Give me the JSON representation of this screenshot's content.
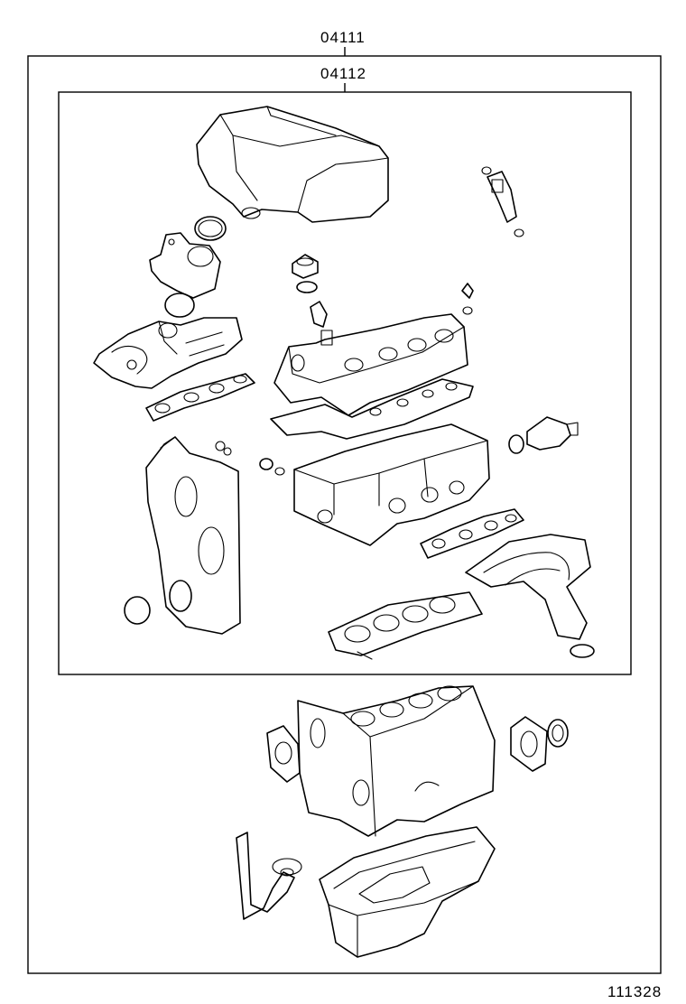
{
  "callouts": {
    "outer_part_number": "04111",
    "inner_part_number": "04112"
  },
  "illustration_number": "111328",
  "parts": [
    "intake-plenum-icon",
    "fuel-injector-icon",
    "o-ring-icon",
    "throttle-body-icon",
    "intake-manifold-icon",
    "intake-manifold-gasket-icon",
    "oil-filler-cap-icon",
    "pcv-valve-icon",
    "valve-cover-icon",
    "valve-cover-gasket-icon",
    "spark-plug-tube-seal-icon",
    "cylinder-head-icon",
    "camshaft-seal-icon",
    "distributor-housing-icon",
    "timing-cover-icon",
    "crankshaft-seal-icon",
    "exhaust-manifold-gasket-icon",
    "exhaust-manifold-icon",
    "head-gasket-icon",
    "exhaust-flange-gasket-icon",
    "cylinder-block-icon",
    "water-pump-gasket-icon",
    "rear-oil-seal-retainer-icon",
    "oil-strainer-icon",
    "oil-pan-icon"
  ]
}
